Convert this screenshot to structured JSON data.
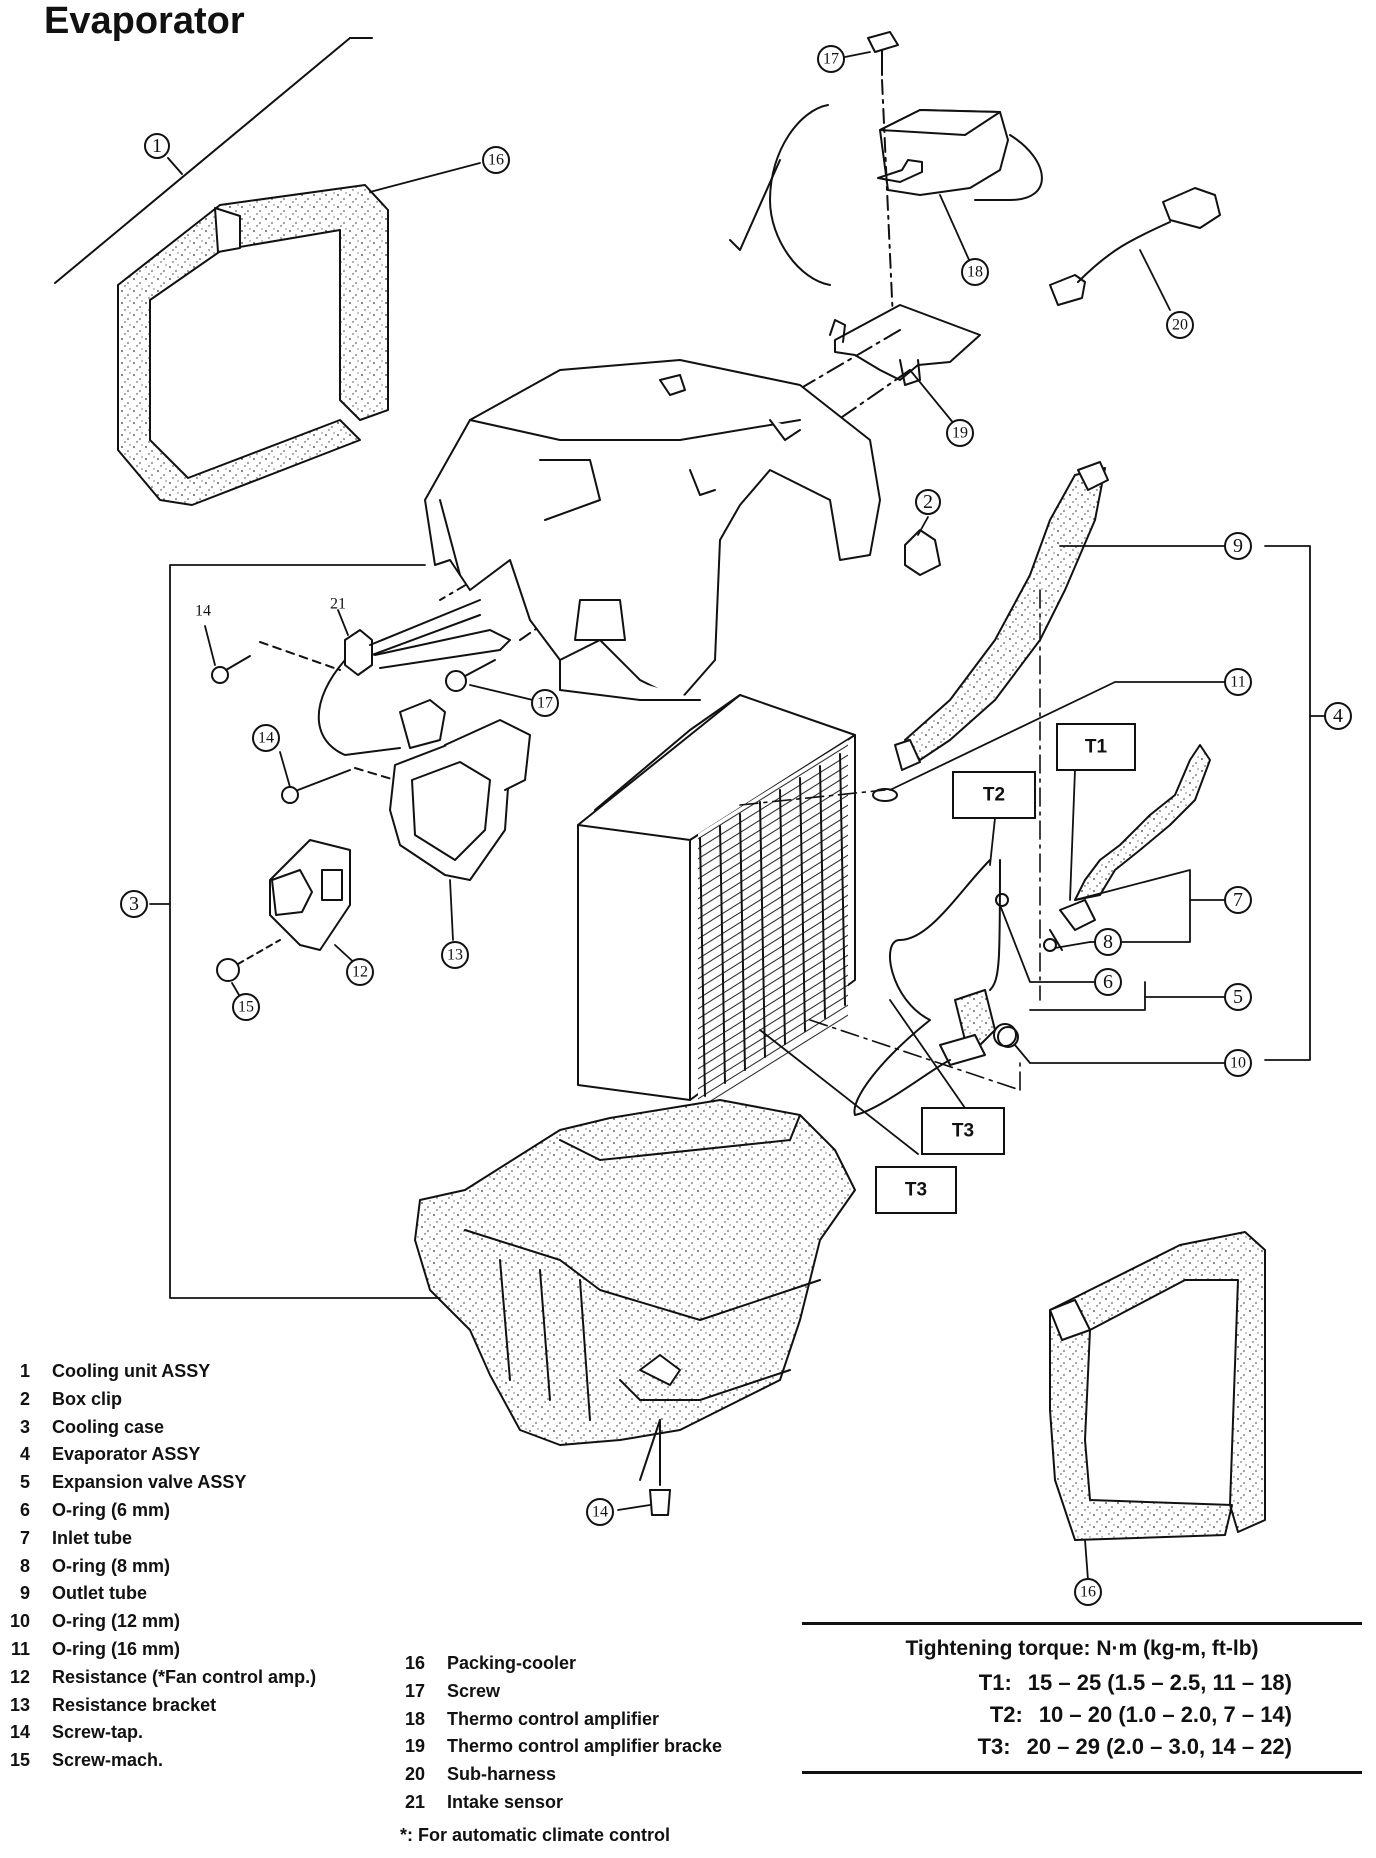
{
  "page": {
    "title": "Evaporator"
  },
  "callouts": {
    "c1": "1",
    "c2": "2",
    "c3": "3",
    "c4": "4",
    "c5": "5",
    "c6": "6",
    "c7": "7",
    "c8": "8",
    "c9": "9",
    "c10": "10",
    "c11": "11",
    "c12": "12",
    "c13": "13",
    "c14": "14",
    "c15": "15",
    "c16": "16",
    "c17": "17",
    "c18": "18",
    "c19": "19",
    "c20": "20",
    "c21": "21"
  },
  "torque_tags": {
    "t1": "T1",
    "t2": "T2",
    "t3": "T3"
  },
  "parts_left": [
    {
      "num": "1",
      "name": "Cooling unit ASSY"
    },
    {
      "num": "2",
      "name": "Box clip"
    },
    {
      "num": "3",
      "name": "Cooling case"
    },
    {
      "num": "4",
      "name": "Evaporator ASSY"
    },
    {
      "num": "5",
      "name": "Expansion valve ASSY"
    },
    {
      "num": "6",
      "name": "O-ring (6 mm)"
    },
    {
      "num": "7",
      "name": "Inlet tube"
    },
    {
      "num": "8",
      "name": "O-ring (8 mm)"
    },
    {
      "num": "9",
      "name": "Outlet tube"
    },
    {
      "num": "10",
      "name": "O-ring (12 mm)"
    },
    {
      "num": "11",
      "name": "O-ring (16 mm)"
    },
    {
      "num": "12",
      "name": "Resistance (*Fan control amp.)"
    },
    {
      "num": "13",
      "name": "Resistance bracket"
    },
    {
      "num": "14",
      "name": "Screw-tap."
    },
    {
      "num": "15",
      "name": "Screw-mach."
    }
  ],
  "parts_right": [
    {
      "num": "16",
      "name": "Packing-cooler"
    },
    {
      "num": "17",
      "name": "Screw"
    },
    {
      "num": "18",
      "name": "Thermo control amplifier"
    },
    {
      "num": "19",
      "name": "Thermo control amplifier bracke"
    },
    {
      "num": "20",
      "name": "Sub-harness"
    },
    {
      "num": "21",
      "name": "Intake sensor"
    }
  ],
  "footnote": "*:  For automatic climate control",
  "torque_table": {
    "heading": "Tightening torque:  N·m (kg-m, ft-lb)",
    "rows": [
      {
        "label": "T1:",
        "value": "15 – 25 (1.5 – 2.5, 11 – 18)"
      },
      {
        "label": "T2:",
        "value": "10 – 20 (1.0 – 2.0, 7 – 14)"
      },
      {
        "label": "T3:",
        "value": "20 – 29 (2.0 – 3.0, 14 – 22)"
      }
    ]
  }
}
